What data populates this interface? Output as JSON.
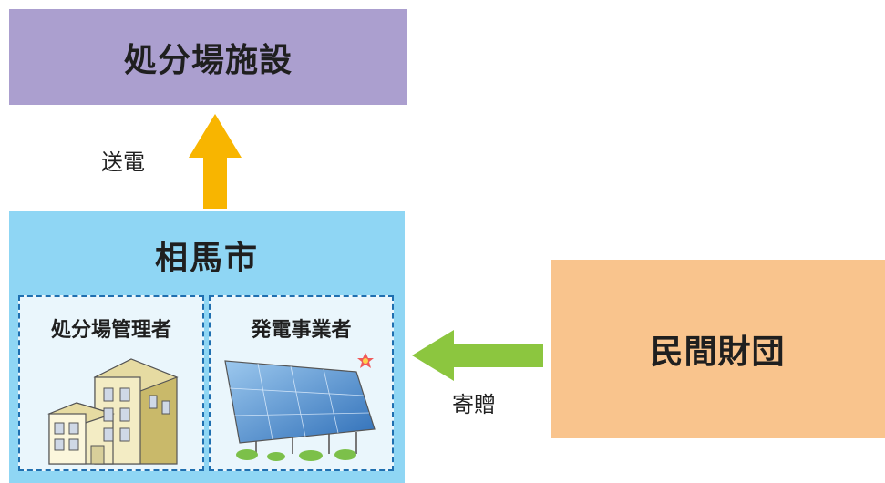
{
  "nodes": {
    "disposal_facility": "処分場施設",
    "city": "相馬市",
    "disposal_manager": "処分場管理者",
    "power_producer": "発電事業者",
    "private_foundation": "民間財団"
  },
  "edges": {
    "transmission": "送電",
    "donation": "寄贈"
  },
  "colors": {
    "facility_fill": "#ab9fcf",
    "city_fill": "#8fd6f4",
    "sub_box_border": "#1f6fb0",
    "foundation_fill": "#f9c48d",
    "transmission_arrow": "#f8b500",
    "donation_arrow": "#8cc63f"
  },
  "icons": {
    "manager": "office-building-icon",
    "power": "solar-panel-icon"
  }
}
